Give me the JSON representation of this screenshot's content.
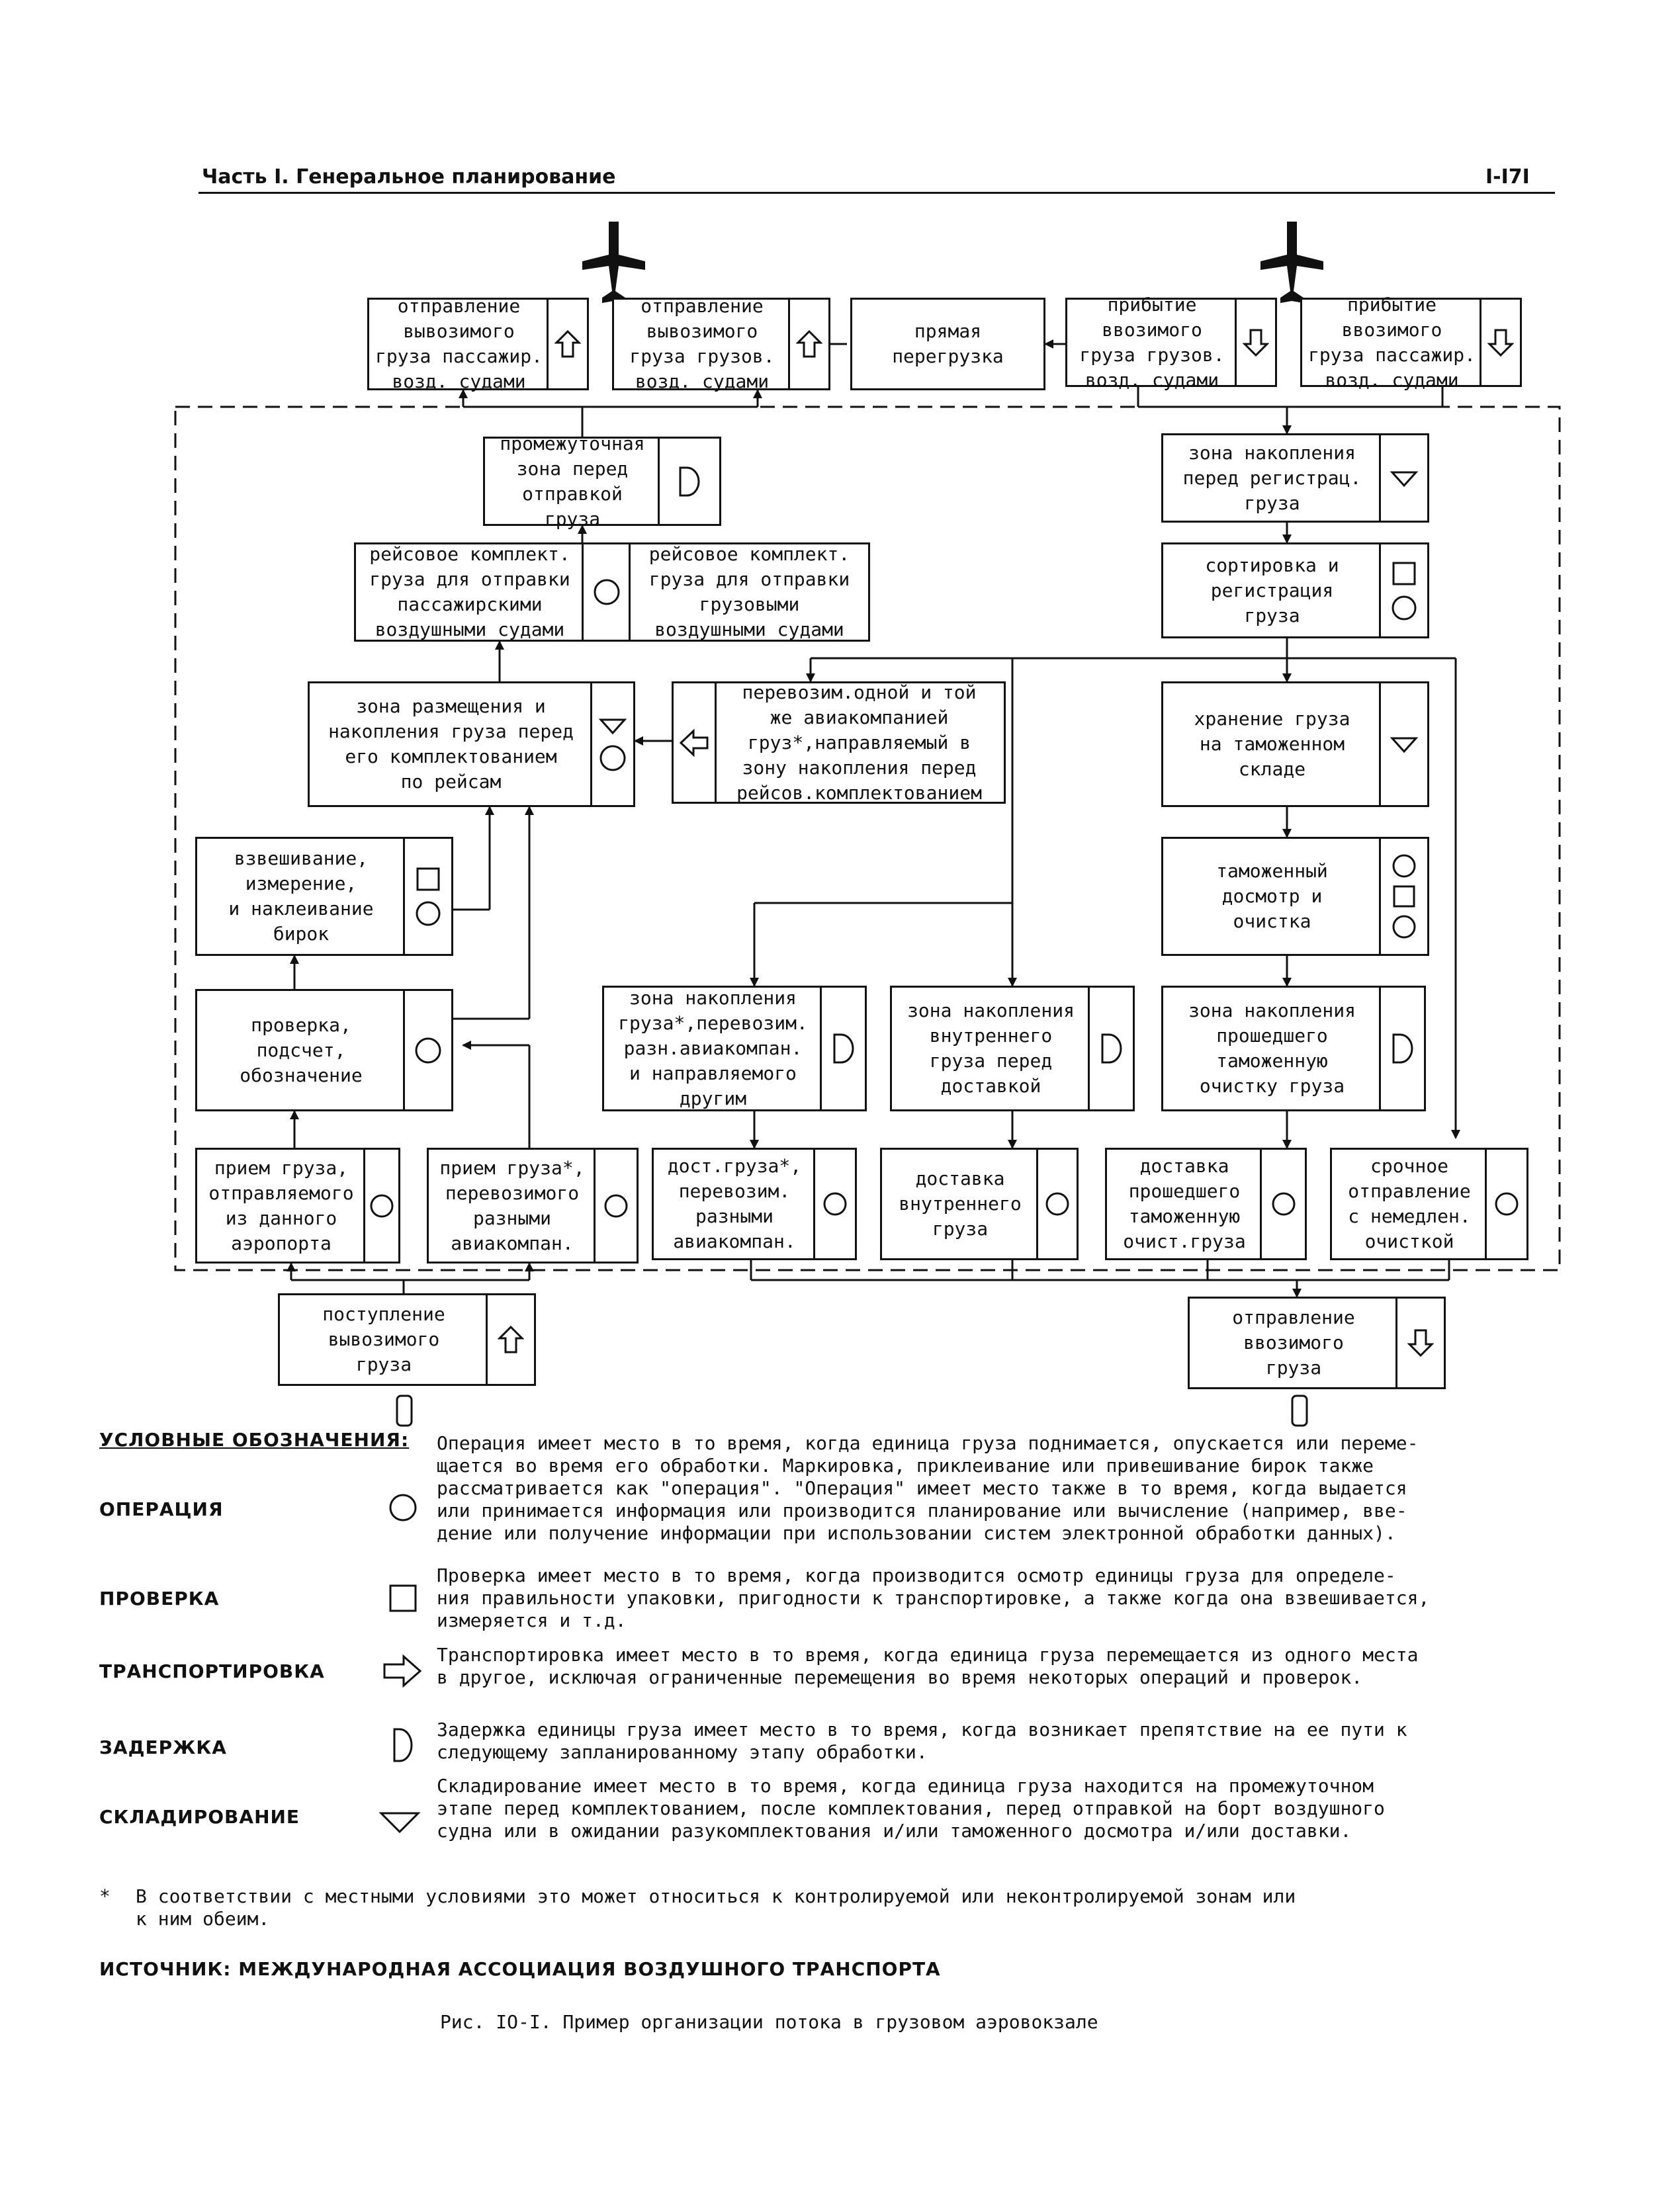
{
  "header": {
    "title": "Часть I. Генеральное планирование",
    "page": "I-I7I"
  },
  "boxes": {
    "b1": "отправление\nвывозимого\nгруза пассажир.\nвозд. судами",
    "b2": "отправление\nвывозимого\nгруза грузов.\nвозд. судами",
    "b3": "прямая\nперегрузка",
    "b4": "прибытие\nввозимого\nгруза грузов.\nвозд. судами",
    "b5": "прибытие\nввозимого\nгруза пассажир.\nвозд. судами",
    "b6": "промежуточная\nзона перед\nотправкой\nгруза",
    "b7": "зона накопления\nперед регистрац.\nгруза",
    "b8a": "рейсовое комплект.\nгруза для отправки\nпассажирскими\nвоздушными судами",
    "b8b": "рейсовое комплект.\nгруза для отправки\nгрузовыми\nвоздушными судами",
    "b9": "сортировка и\nрегистрация\nгруза",
    "b10": "зона размещения и\nнакопления груза перед\nего комплектованием\nпо рейсам",
    "b11": "перевозим.одной и той\nже авиакомпанией\nгруз*,направляемый в\nзону накопления перед\nрейсов.комплектованием",
    "b12": "хранение груза\nна таможенном\nскладе",
    "b13": "взвешивание,\nизмерение,\nи наклеивание\nбирок",
    "b14": "таможенный\nдосмотр и\nочистка",
    "b15": "проверка,\nподсчет,\nобозначение",
    "b16": "зона накопления\nгруза*,перевозим.\nразн.авиакомпан.\nи направляемого\nдругим",
    "b17": "зона накопления\nвнутреннего\nгруза перед\nдоставкой",
    "b18": "зона накопления\nпрошедшего\nтаможенную\nочистку груза",
    "b19": "прием груза,\nотправляемого\nиз данного\nаэропорта",
    "b20": "прием груза*,\nперевозимого\nразными\nавиакомпан.",
    "b21": "дост.груза*,\nперевозим.\nразными\nавиакомпан.",
    "b22": "доставка\nвнутреннего\nгруза",
    "b23": "доставка\nпрошедшего\nтаможенную\nочист.груза",
    "b24": "срочное\nотправление\nс немедлен.\nочисткой",
    "b25": "поступление\nвывозимого\nгруза",
    "b26": "отправление\nввозимого\nгруза"
  },
  "legend": {
    "heading": "УСЛОВНЫЕ ОБОЗНАЧЕНИЯ:",
    "items": [
      {
        "label": "ОПЕРАЦИЯ",
        "icon": "circle",
        "text": "Операция имеет место в то время, когда единица груза поднимается, опускается или переме-\nщается во время его обработки.  Маркировка, приклеивание или привешивание бирок также\nрассматривается как \"операция\".  \"Операция\" имеет место также в то время, когда выдается\nили принимается информация или производится планирование или вычисление (например, вве-\nдение или получение информации при использовании систем электронной обработки данных)."
      },
      {
        "label": "ПРОВЕРКА",
        "icon": "square",
        "text": "Проверка имеет место в то время, когда производится осмотр единицы груза для определе-\nния правильности упаковки, пригодности к транспортировке, а также когда она взвешивается,\nизмеряется и т.д."
      },
      {
        "label": "ТРАНСПОРТИРОВКА",
        "icon": "arrow",
        "text": "Транспортировка имеет место в то время, когда единица груза перемещается из одного места\nв другое, исключая ограниченные перемещения во время некоторых операций и проверок."
      },
      {
        "label": "ЗАДЕРЖКА",
        "icon": "d-shape",
        "text": "Задержка единицы груза имеет место в то время, когда возникает препятствие на ее пути к\nследующему запланированному этапу обработки."
      },
      {
        "label": "СКЛАДИРОВАНИЕ",
        "icon": "triangle",
        "text": "Складирование имеет место в то время, когда единица груза находится на промежуточном\nэтапе перед комплектованием, после комплектования, перед отправкой на борт воздушного\nсудна или в ожидании разукомплектования и/или таможенного досмотра и/или доставки."
      }
    ]
  },
  "footnote": {
    "star": "*",
    "text": "В соответствии с местными условиями это может относиться к контролируемой или неконтролируемой зонам или\nк ним обеим."
  },
  "source": "ИСТОЧНИК:  МЕЖДУНАРОДНАЯ АССОЦИАЦИЯ ВОЗДУШНОГО ТРАНСПОРТА",
  "caption": "Рис. IO-I.  Пример организации потока в грузовом аэровокзале"
}
